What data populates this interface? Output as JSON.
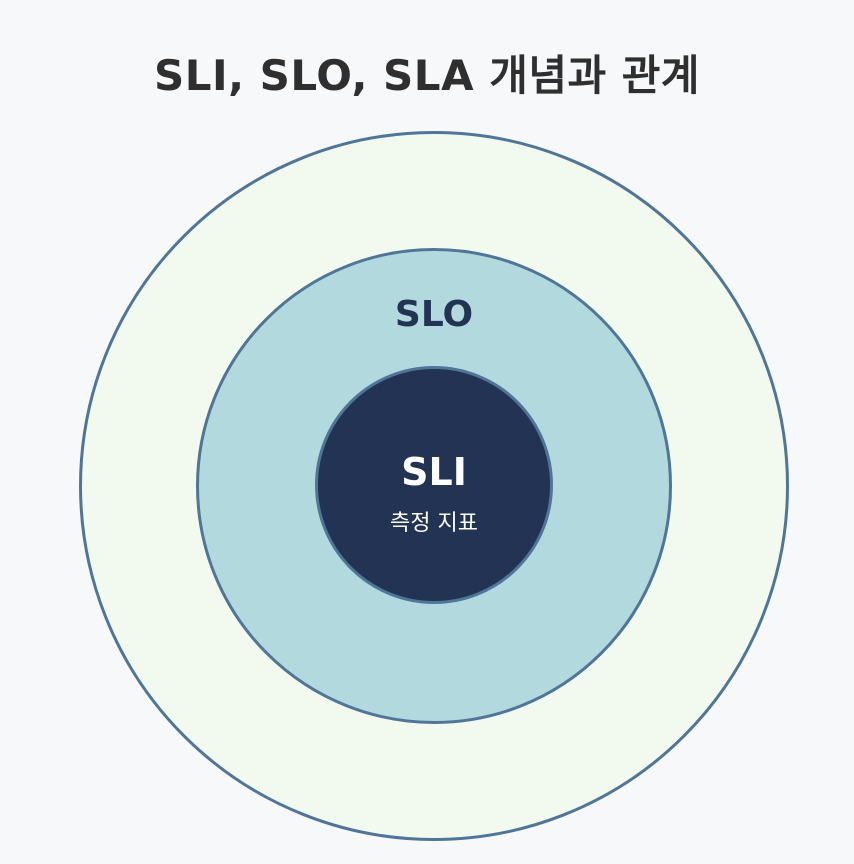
{
  "title": "SLI, SLO, SLA 개념과 관계",
  "diagram": {
    "outer": {
      "label": ""
    },
    "middle": {
      "label": "SLO"
    },
    "inner": {
      "label": "SLI",
      "sublabel": "측정 지표"
    }
  },
  "colors": {
    "background": "#f6f8fa",
    "outer_fill": "#f2faf0",
    "middle_fill": "#b2d9dd",
    "inner_fill": "#233354",
    "stroke": "#4f7699",
    "title_text": "#2f2f2f"
  }
}
